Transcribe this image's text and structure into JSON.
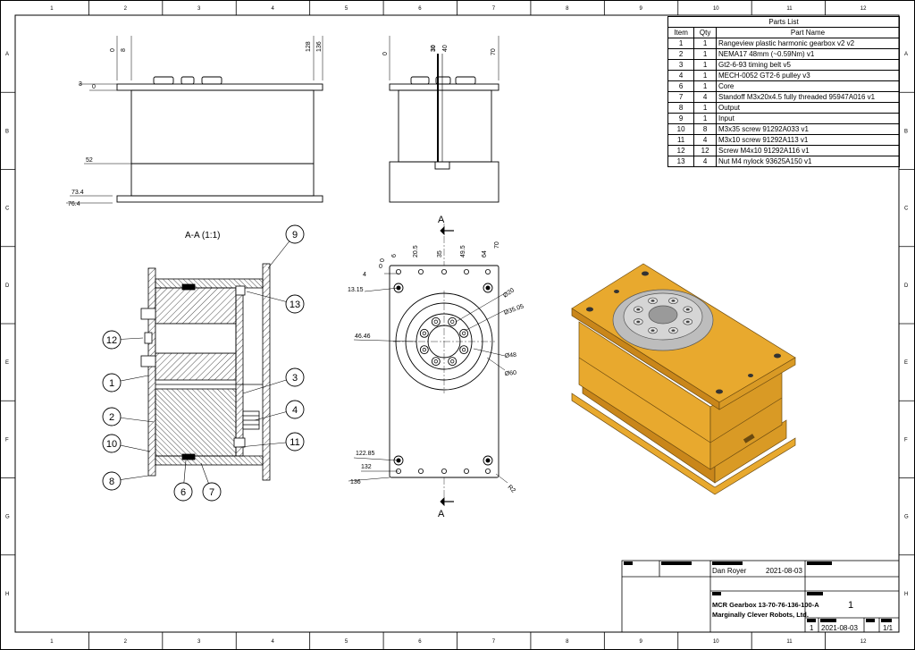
{
  "frame": {
    "columns": [
      "1",
      "2",
      "3",
      "4",
      "5",
      "6",
      "7",
      "8",
      "9",
      "10",
      "11",
      "12"
    ],
    "rows": [
      "A",
      "B",
      "C",
      "D",
      "E",
      "F",
      "G",
      "H"
    ]
  },
  "parts_list": {
    "title": "Parts List",
    "headers": [
      "Item",
      "Qty",
      "Part Name"
    ],
    "rows": [
      [
        "1",
        "1",
        "Rangeview plastic harmonic gearbox v2 v2"
      ],
      [
        "2",
        "1",
        "NEMA17 48mm (~0.59Nm) v1"
      ],
      [
        "3",
        "1",
        "Gt2-6-93 timing belt v5"
      ],
      [
        "4",
        "1",
        "MECH-0052 GT2-6 pulley v3"
      ],
      [
        "6",
        "1",
        "Core"
      ],
      [
        "7",
        "4",
        "Standoff M3x20x4.5 fully threaded 95947A016 v1"
      ],
      [
        "8",
        "1",
        "Output"
      ],
      [
        "9",
        "1",
        "Input"
      ],
      [
        "10",
        "8",
        "M3x35 screw 91292A033 v1"
      ],
      [
        "11",
        "4",
        "M3x10 screw 91292A113 v1"
      ],
      [
        "12",
        "12",
        "Screw M4x10 91292A116 v1"
      ],
      [
        "13",
        "4",
        "Nut M4 nylock 93625A150 v1"
      ]
    ]
  },
  "front_view": {
    "top_dims": [
      "0",
      "8",
      "128",
      "136"
    ],
    "left_dims": [
      "3",
      "0",
      "52",
      "73.4",
      "76.4"
    ]
  },
  "side_view": {
    "top_dims": [
      "0",
      "30",
      "40",
      "70"
    ]
  },
  "section": {
    "label": "A-A (1:1)",
    "balloons": [
      "9",
      "13",
      "12",
      "1",
      "3",
      "2",
      "4",
      "10",
      "11",
      "8",
      "6",
      "7"
    ]
  },
  "plan_view": {
    "section_mark": "A",
    "top_dims": [
      "0",
      "6",
      "20.5",
      "35",
      "49.5",
      "64",
      "70"
    ],
    "left_dims": [
      "0",
      "4",
      "13.15",
      "46.46",
      "122.85",
      "132",
      "136"
    ],
    "diameters": [
      "Ø20",
      "Ø35.05",
      "Ø48",
      "Ø60"
    ],
    "radius": "R2"
  },
  "title_block": {
    "author": "Dan Royer",
    "date": "2021-08-03",
    "drawing_title": "MCR Gearbox 13-70-76-136-100-A",
    "company": "Marginally Clever Robots, Ltd.",
    "sheet_num": "1",
    "rev": "1",
    "date2": "2021-08-03",
    "sheet_of": "1/1"
  },
  "colors": {
    "body": "#E8A92E",
    "body_dark": "#C9861A",
    "body_side": "#D99A25",
    "plate": "#C9C9C9",
    "line": "#000000"
  }
}
